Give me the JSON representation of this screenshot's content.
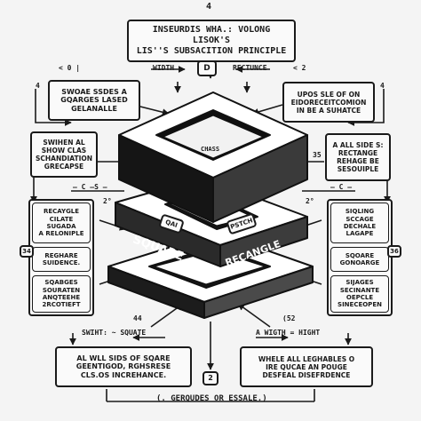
{
  "title_box": {
    "lines": [
      "INSEURDIS WHA.: VOLONG LISOK'S",
      "LIS''S SUBSACITION PRINCIPLE"
    ]
  },
  "top_number": "4",
  "center_label": "CHASS",
  "width_label": "WIDTH",
  "width_box": "D",
  "rectunce_label": "RECTUNCE",
  "top_right_mark": "< 2",
  "top_left_marks": "< 0 |",
  "left_upper_box": {
    "lines": [
      "SWOAE SSDES A",
      "GQARGES LASED",
      "GELANALLE"
    ]
  },
  "left_mid_box": {
    "lines": [
      "SWIHEN AL",
      "SHOW CLAS",
      "SCHANDIATION",
      "GRECAPSE"
    ]
  },
  "left_stack_box": {
    "sections": [
      {
        "lines": [
          "RECAYGLE",
          "CILATE",
          "SUGADA",
          "A RELONIPLE"
        ]
      },
      {
        "lines": [
          "REGHARE",
          "SUIDENCE."
        ]
      },
      {
        "lines": [
          "SQABGES",
          "SOURATEN",
          "ANQTEEHE",
          "2RCOTIEFT"
        ]
      }
    ]
  },
  "left_side_num": "34",
  "right_upper_box": {
    "lines": [
      "UPOS SLE OF ON",
      "EIDORECEITCOMION",
      "IN BE A SUHATCE"
    ]
  },
  "right_mid_box": {
    "lines": [
      "A ALL SIDE S:",
      "RECTANGE",
      "REHAGE BE",
      "SESOUIPLE"
    ]
  },
  "right_stack_box": {
    "sections": [
      {
        "lines": [
          "SIQLING",
          "SCCAGE",
          "DECHALE",
          "LAGAPE"
        ]
      },
      {
        "lines": [
          "SQOARE",
          "GONOARGE"
        ]
      },
      {
        "lines": [
          "SIJAGES",
          "SECINANTE",
          "OEPCLE",
          "SINECEOPEN"
        ]
      }
    ]
  },
  "right_side_num": "36",
  "square_label": "SQUARE",
  "rectangle_label": "RECANGLE",
  "tag_left": "QAI",
  "tag_right": "PSTCH",
  "bottom_left_label": "SWIHT: ~ SQUATE",
  "bottom_right_label": "A WIGTH = HIGHT",
  "bottom_left_box": {
    "lines": [
      "AL WLL SIDS OF SQARE",
      "GEENTIGOD, RGHSRESE",
      "CLS.OS INCREHANCE."
    ]
  },
  "bottom_right_box": {
    "lines": [
      "WHELE ALL LEGHABLES O",
      "IRE QUCAE AN POUGE",
      "DESFEAL DISEFRDENCE"
    ]
  },
  "bottom_mid_box": "2",
  "footer": "(. GERQUDES OR ESSALE.)",
  "mark_44": "44",
  "mark_52": "(52",
  "mark_left_c": "— C —S —",
  "mark_right_c": "— C —",
  "mark_35": "35",
  "mark_4_left": "4",
  "mark_4_right": "4",
  "mark_2_left": "2°",
  "mark_2_right": "2°"
}
